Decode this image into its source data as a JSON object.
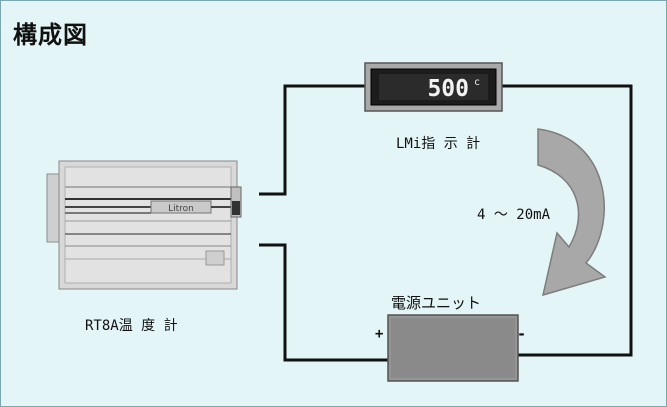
{
  "title": "構成図",
  "indicator": {
    "label": "LMi指 示 計",
    "display_value": "500",
    "display_unit": "c"
  },
  "signal": {
    "label": "4 ～ 20mA"
  },
  "power_unit": {
    "label": "電源ユニット",
    "plus": "+",
    "minus": "-"
  },
  "thermometer": {
    "label": "RT8A温 度 計",
    "brand": "Litron"
  },
  "colors": {
    "background": "#e4f5f7",
    "wire": "#111111",
    "arrow": "#a8a8a8",
    "device_body": "#d6d6d6",
    "power_unit": "#8a8a8a"
  }
}
